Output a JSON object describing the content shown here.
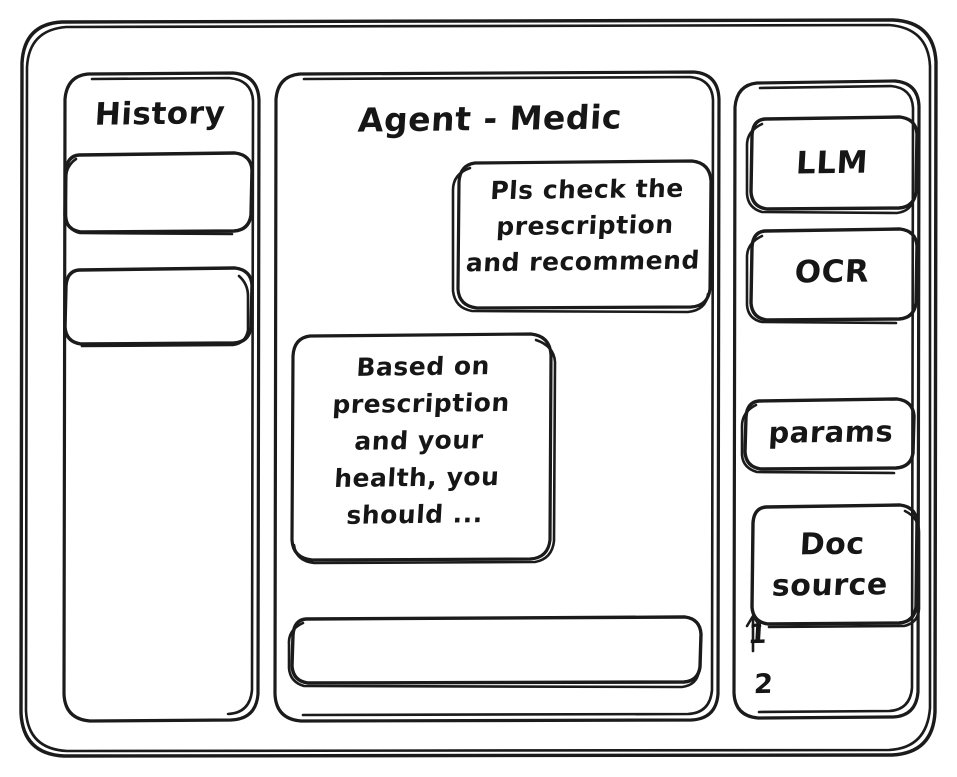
{
  "meta": {
    "style": "hand-drawn-wireframe",
    "stroke_color": "#1b1b1b",
    "background_color": "#ffffff"
  },
  "window": {
    "frame_label": "app-window"
  },
  "sidebar_left": {
    "title": "History",
    "items": [
      {
        "label": "",
        "name": "history-item-1"
      },
      {
        "label": "",
        "name": "history-item-2"
      }
    ]
  },
  "main": {
    "title": "Agent - Medic",
    "messages": [
      {
        "role": "user",
        "text": "Pls check the\nprescription\nand recommend",
        "align": "right"
      },
      {
        "role": "assistant",
        "text": "Based on\nprescription\nand your\nhealth, you\nshould ...",
        "align": "left"
      }
    ],
    "composer": {
      "value": "",
      "placeholder": ""
    }
  },
  "sidebar_right": {
    "tools": [
      {
        "label": "LLM",
        "name": "llm"
      },
      {
        "label": "OCR",
        "name": "ocr"
      }
    ],
    "params": {
      "label": "params"
    },
    "doc_source": {
      "label": "Doc\nsource",
      "references": [
        {
          "marker": "1"
        },
        {
          "marker": "2"
        }
      ]
    }
  }
}
